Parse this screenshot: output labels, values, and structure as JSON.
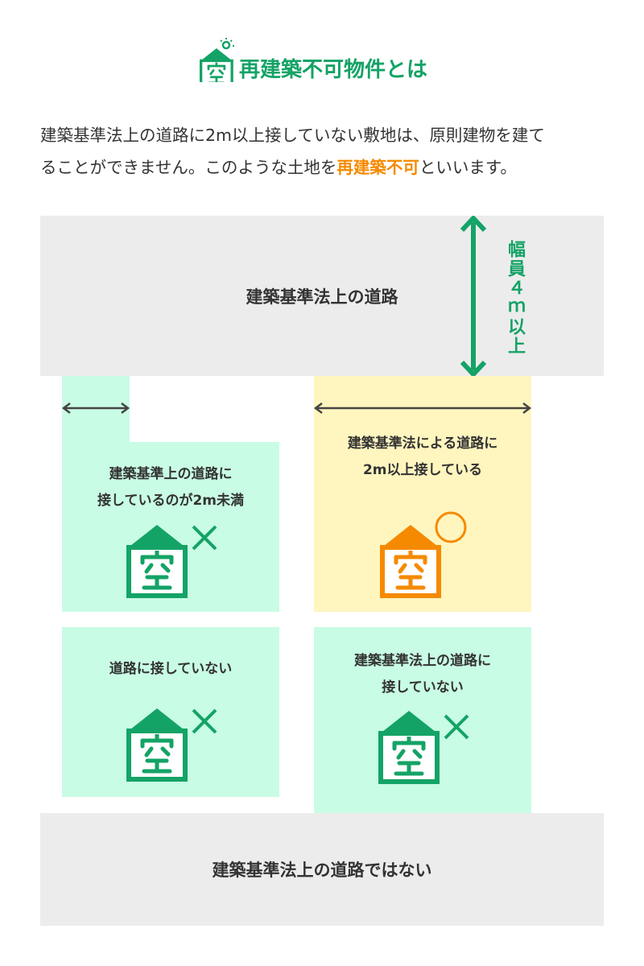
{
  "header": {
    "title": "再建築不可物件とは",
    "icon": "vacant-house-lightbulb-icon"
  },
  "intro": {
    "line1": "建築基準法上の道路に2m以上接していない敷地は、原則建物を建て",
    "line2_a": "ることができません。このような土地を",
    "line2_highlight": "再建築不可",
    "line2_b": "といいます。"
  },
  "top_road": {
    "label": "建築基準法上の道路",
    "width_label": "幅員４ｍ以上"
  },
  "lots": [
    {
      "line1": "建築基準上の道路に",
      "line2": "接しているのが2m未満",
      "result": "ng"
    },
    {
      "line1": "建築基準法による道路に",
      "line2": "2m以上接している",
      "result": "ok"
    },
    {
      "line1": "道路に接していない",
      "result": "ng"
    },
    {
      "line1": "建築基準法上の道路に",
      "line2": "接していない",
      "result": "ng"
    }
  ],
  "bottom_road": {
    "label": "建築基準法上の道路ではない"
  },
  "colors": {
    "green": "#14a366",
    "orange": "#f58a00",
    "mint": "#c8fce4",
    "yellow": "#fff5bf",
    "road": "#ececec"
  }
}
